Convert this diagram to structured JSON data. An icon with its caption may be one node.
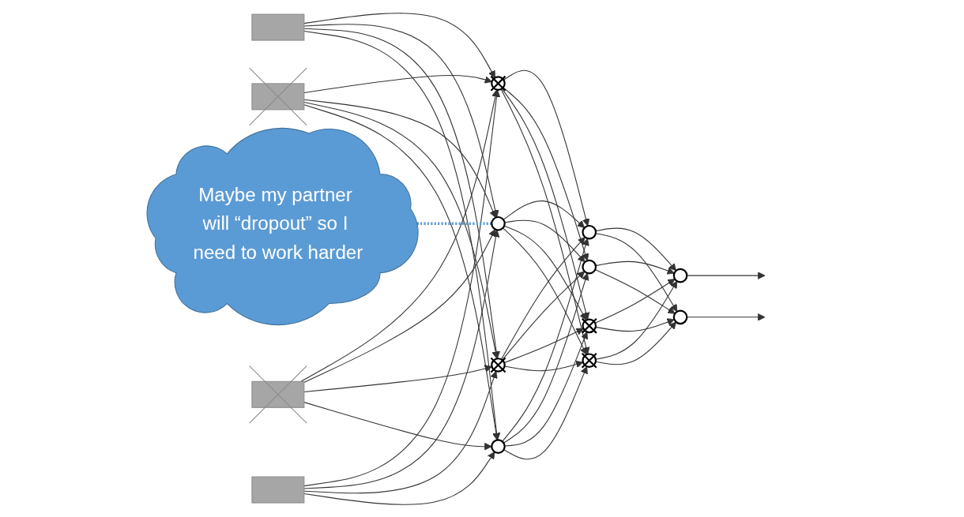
{
  "diagram": {
    "nodes": [
      {
        "text": [],
        "shape": "box"
      },
      {
        "text": [],
        "shape": "crossed-box"
      },
      {
        "text": [],
        "shape": "crossed-box"
      },
      {
        "text": [],
        "shape": "box"
      },
      {
        "text": [],
        "shape": "crossed-circle"
      },
      {
        "text": [],
        "shape": "circle"
      },
      {
        "text": [],
        "shape": "crossed-circle"
      },
      {
        "text": [],
        "shape": "circle"
      },
      {
        "text": [],
        "shape": "circle"
      },
      {
        "text": [],
        "shape": "circle"
      },
      {
        "text": [],
        "shape": "crossed-circle"
      },
      {
        "text": [],
        "shape": "crossed-circle"
      },
      {
        "text": [],
        "shape": "circle"
      },
      {
        "text": [],
        "shape": "circle"
      },
      {
        "text": [
          "Maybe my partner will “dropout” so I need to work harder"
        ]
      }
    ],
    "edges": [
      {
        "from": 0,
        "to": 4,
        "arrow": "to"
      },
      {
        "from": 0,
        "to": 5,
        "arrow": "to"
      },
      {
        "from": 0,
        "to": 6,
        "arrow": "to"
      },
      {
        "from": 0,
        "to": 7,
        "arrow": "to"
      },
      {
        "from": 1,
        "to": 4,
        "arrow": "to"
      },
      {
        "from": 1,
        "to": 5,
        "arrow": "to"
      },
      {
        "from": 1,
        "to": 6,
        "arrow": "to"
      },
      {
        "from": 1,
        "to": 7,
        "arrow": "to"
      },
      {
        "from": 2,
        "to": 4,
        "arrow": "to"
      },
      {
        "from": 2,
        "to": 5,
        "arrow": "to"
      },
      {
        "from": 2,
        "to": 6,
        "arrow": "to"
      },
      {
        "from": 2,
        "to": 7,
        "arrow": "to"
      },
      {
        "from": 3,
        "to": 4,
        "arrow": "to"
      },
      {
        "from": 3,
        "to": 5,
        "arrow": "to"
      },
      {
        "from": 3,
        "to": 6,
        "arrow": "to"
      },
      {
        "from": 3,
        "to": 7,
        "arrow": "to"
      },
      {
        "from": 4,
        "to": 8,
        "arrow": "to"
      },
      {
        "from": 4,
        "to": 9,
        "arrow": "to"
      },
      {
        "from": 4,
        "to": 10,
        "arrow": "to"
      },
      {
        "from": 4,
        "to": 11,
        "arrow": "to"
      },
      {
        "from": 5,
        "to": 8,
        "arrow": "to"
      },
      {
        "from": 5,
        "to": 9,
        "arrow": "to"
      },
      {
        "from": 5,
        "to": 10,
        "arrow": "to"
      },
      {
        "from": 5,
        "to": 11,
        "arrow": "to"
      },
      {
        "from": 6,
        "to": 8,
        "arrow": "to"
      },
      {
        "from": 6,
        "to": 9,
        "arrow": "to"
      },
      {
        "from": 6,
        "to": 10,
        "arrow": "to"
      },
      {
        "from": 6,
        "to": 11,
        "arrow": "to"
      },
      {
        "from": 7,
        "to": 8,
        "arrow": "to"
      },
      {
        "from": 7,
        "to": 9,
        "arrow": "to"
      },
      {
        "from": 7,
        "to": 10,
        "arrow": "to"
      },
      {
        "from": 7,
        "to": 11,
        "arrow": "to"
      },
      {
        "from": 8,
        "to": 12,
        "arrow": "to"
      },
      {
        "from": 8,
        "to": 13,
        "arrow": "to"
      },
      {
        "from": 9,
        "to": 12,
        "arrow": "to"
      },
      {
        "from": 9,
        "to": 13,
        "arrow": "to"
      },
      {
        "from": 10,
        "to": 12,
        "arrow": "to"
      },
      {
        "from": 10,
        "to": 13,
        "arrow": "to"
      },
      {
        "from": 11,
        "to": 12,
        "arrow": "to"
      },
      {
        "from": 11,
        "to": 13,
        "arrow": "to"
      },
      {
        "from": 12,
        "to": null,
        "arrow": "to"
      },
      {
        "from": 13,
        "to": null,
        "arrow": "to"
      },
      {
        "from": 14,
        "to": 5,
        "arrow": "none",
        "style": "dashed",
        "color": "#5b9bd5"
      }
    ]
  }
}
